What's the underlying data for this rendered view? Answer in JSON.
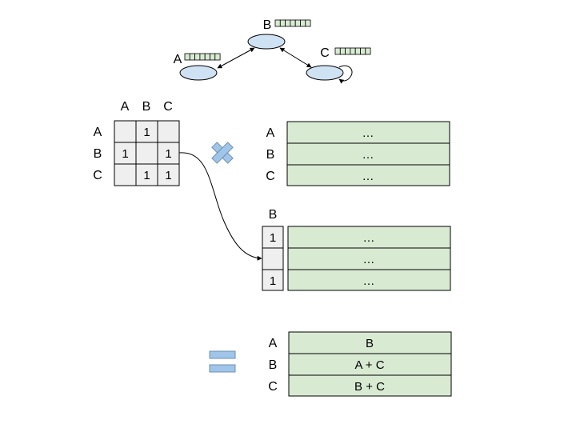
{
  "colors": {
    "node_fill": "#cfe2f3",
    "vector_fill": "#d9ead3",
    "grid_fill": "#efefef",
    "stroke": "#000000",
    "operator_fill": "#9fc5e8",
    "operator_stroke": "#6f8fb3"
  },
  "graph": {
    "nodes": [
      "A",
      "B",
      "C"
    ],
    "edges": [
      "A<->B",
      "B<->C",
      "C->C"
    ]
  },
  "adjacency": {
    "col_labels": [
      "A",
      "B",
      "C"
    ],
    "row_labels": [
      "A",
      "B",
      "C"
    ],
    "cells": [
      [
        "",
        "1",
        ""
      ],
      [
        "1",
        "",
        "1"
      ],
      [
        "",
        "1",
        "1"
      ]
    ]
  },
  "operators": {
    "multiply_icon": "multiply-x-icon",
    "equals_icon": "equals-icon"
  },
  "feature_matrix": {
    "row_labels": [
      "A",
      "B",
      "C"
    ],
    "rows": [
      "…",
      "…",
      "…"
    ]
  },
  "column_b": {
    "label": "B",
    "mask": [
      "1",
      "",
      "1"
    ],
    "rows": [
      "…",
      "…",
      "…"
    ]
  },
  "result": {
    "row_labels": [
      "A",
      "B",
      "C"
    ],
    "rows": [
      "B",
      "A + C",
      "B + C"
    ]
  }
}
